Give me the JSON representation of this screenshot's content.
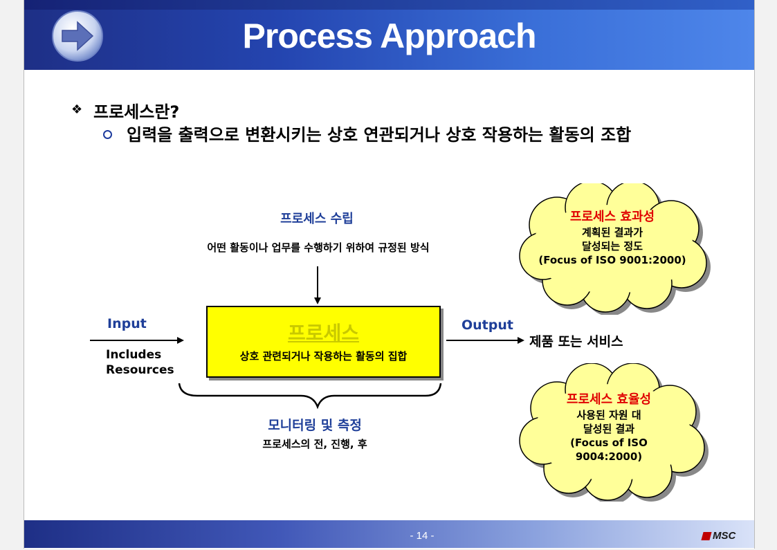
{
  "header": {
    "title": "Process Approach"
  },
  "bullets": {
    "question": "프로세스란?",
    "definition": "입력을 출력으로 변환시키는 상호 연관되거나 상호 작용하는 활동의 조합"
  },
  "diagram": {
    "plan_title": "프로세스 수립",
    "plan_desc": "어떤 활동이나 업무를 수행하기 위하여 규정된 방식",
    "process_title": "프로세스",
    "process_desc": "상호 관련되거나 작용하는 활동의 집합",
    "input_label": "Input",
    "includes_line1": "Includes",
    "includes_line2": "Resources",
    "output_label": "Output",
    "output_text": "제품 또는 서비스",
    "monitor_title": "모니터링 및 측정",
    "monitor_desc": "프로세스의 전, 진행, 후"
  },
  "clouds": {
    "effectiveness": {
      "title": "프로세스 효과성",
      "line1": "계획된 결과가",
      "line2": "달성되는 정도",
      "line3": "(Focus of ISO 9001:2000)"
    },
    "efficiency": {
      "title": "프로세스 효율성",
      "line1": "사용된 자원 대",
      "line2": "달성된 결과",
      "line3": "(Focus of ISO",
      "line4": "9004:2000)"
    }
  },
  "footer": {
    "page": "- 14 -",
    "logo": "MSC"
  },
  "colors": {
    "header_dark": "#1e2f86",
    "process_box": "#ffff00",
    "cloud_fill": "#ffff99",
    "label_blue": "#1f3f99",
    "cloud_title_red": "#e00000"
  }
}
